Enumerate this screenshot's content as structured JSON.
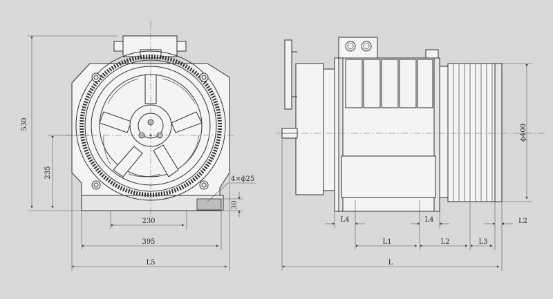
{
  "front_view": {
    "dims": {
      "height_total": "530",
      "shaft_height": "235",
      "hole_spacing": "230",
      "base_width": "395",
      "overall_width": "L5",
      "foot_thickness": "30",
      "holes": "4×ϕ25"
    }
  },
  "side_view": {
    "dims": {
      "sheave_diameter": "ϕ400",
      "overall_length": "L",
      "l1": "L1",
      "l2": "L2",
      "l3": "L3",
      "l4_left": "L4",
      "l4_right": "L4",
      "l2_groove": "L2"
    }
  }
}
